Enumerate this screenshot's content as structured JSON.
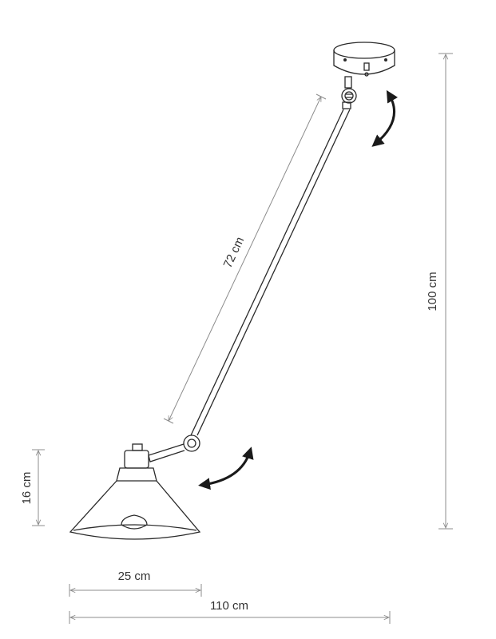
{
  "dimensions": {
    "arm_length": "72 cm",
    "total_height": "100 cm",
    "shade_height": "16 cm",
    "shade_width": "25 cm",
    "total_width": "110 cm"
  },
  "colors": {
    "line": "#2a2a2a",
    "dimension_line": "#8c8c8c",
    "text": "#333333",
    "arrow": "#1a1a1a"
  }
}
